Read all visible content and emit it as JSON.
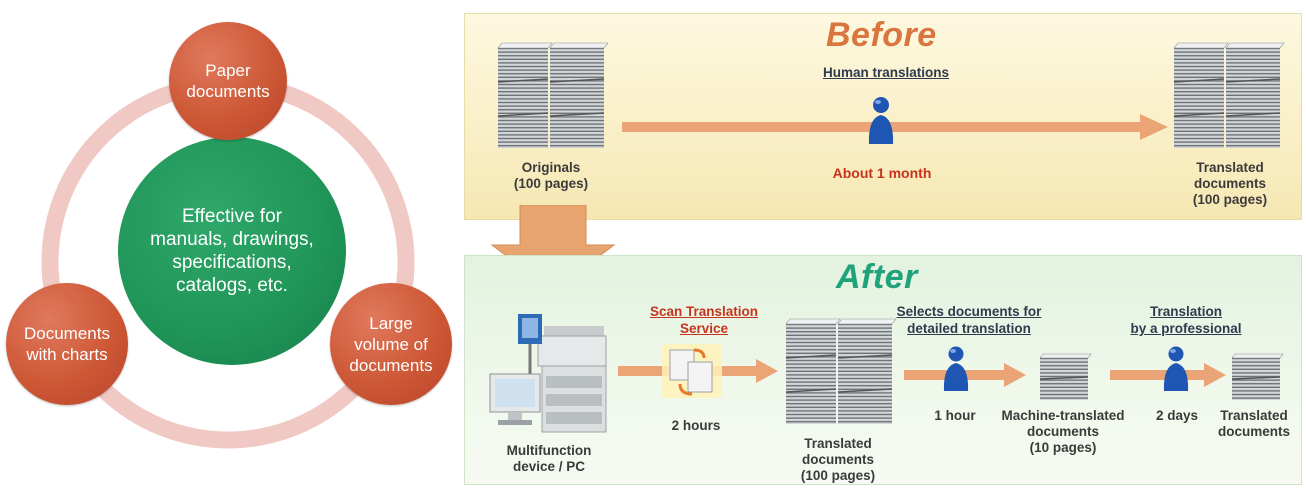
{
  "left": {
    "center": "Effective for\nmanuals, drawings,\nspecifications,\ncatalogs, etc.",
    "nodes": {
      "paper": "Paper\ndocuments",
      "charts": "Documents\nwith charts",
      "volume": "Large\nvolume of\ndocuments"
    }
  },
  "before": {
    "title": "Before",
    "process": "Human translations",
    "duration": "About 1 month",
    "originals": "Originals\n(100 pages)",
    "translated": "Translated\ndocuments\n(100 pages)"
  },
  "after": {
    "title": "After",
    "device": "Multifunction\ndevice / PC",
    "service": "Scan Translation\nService",
    "service_time": "2 hours",
    "translated100": "Translated\ndocuments\n(100 pages)",
    "select": "Selects documents for\ndetailed translation",
    "select_time": "1 hour",
    "machine": "Machine-translated\ndocuments\n(10 pages)",
    "pro": "Translation\nby a professional",
    "pro_time": "2 days",
    "final": "Translated\ndocuments"
  },
  "colors": {
    "node_orange": "#cd5836",
    "center_green": "#1f9457",
    "ring_pink": "#f0c9c4",
    "before_title": "#d9763f",
    "after_title": "#20a27a",
    "arrow": "#eba476",
    "person_blue": "#1f56b3",
    "highlight_red": "#c7341d"
  },
  "icons": [
    "document-stack-icon",
    "person-icon",
    "copier-icon",
    "computer-icon",
    "scan-translate-icon",
    "big-down-arrow-icon"
  ]
}
